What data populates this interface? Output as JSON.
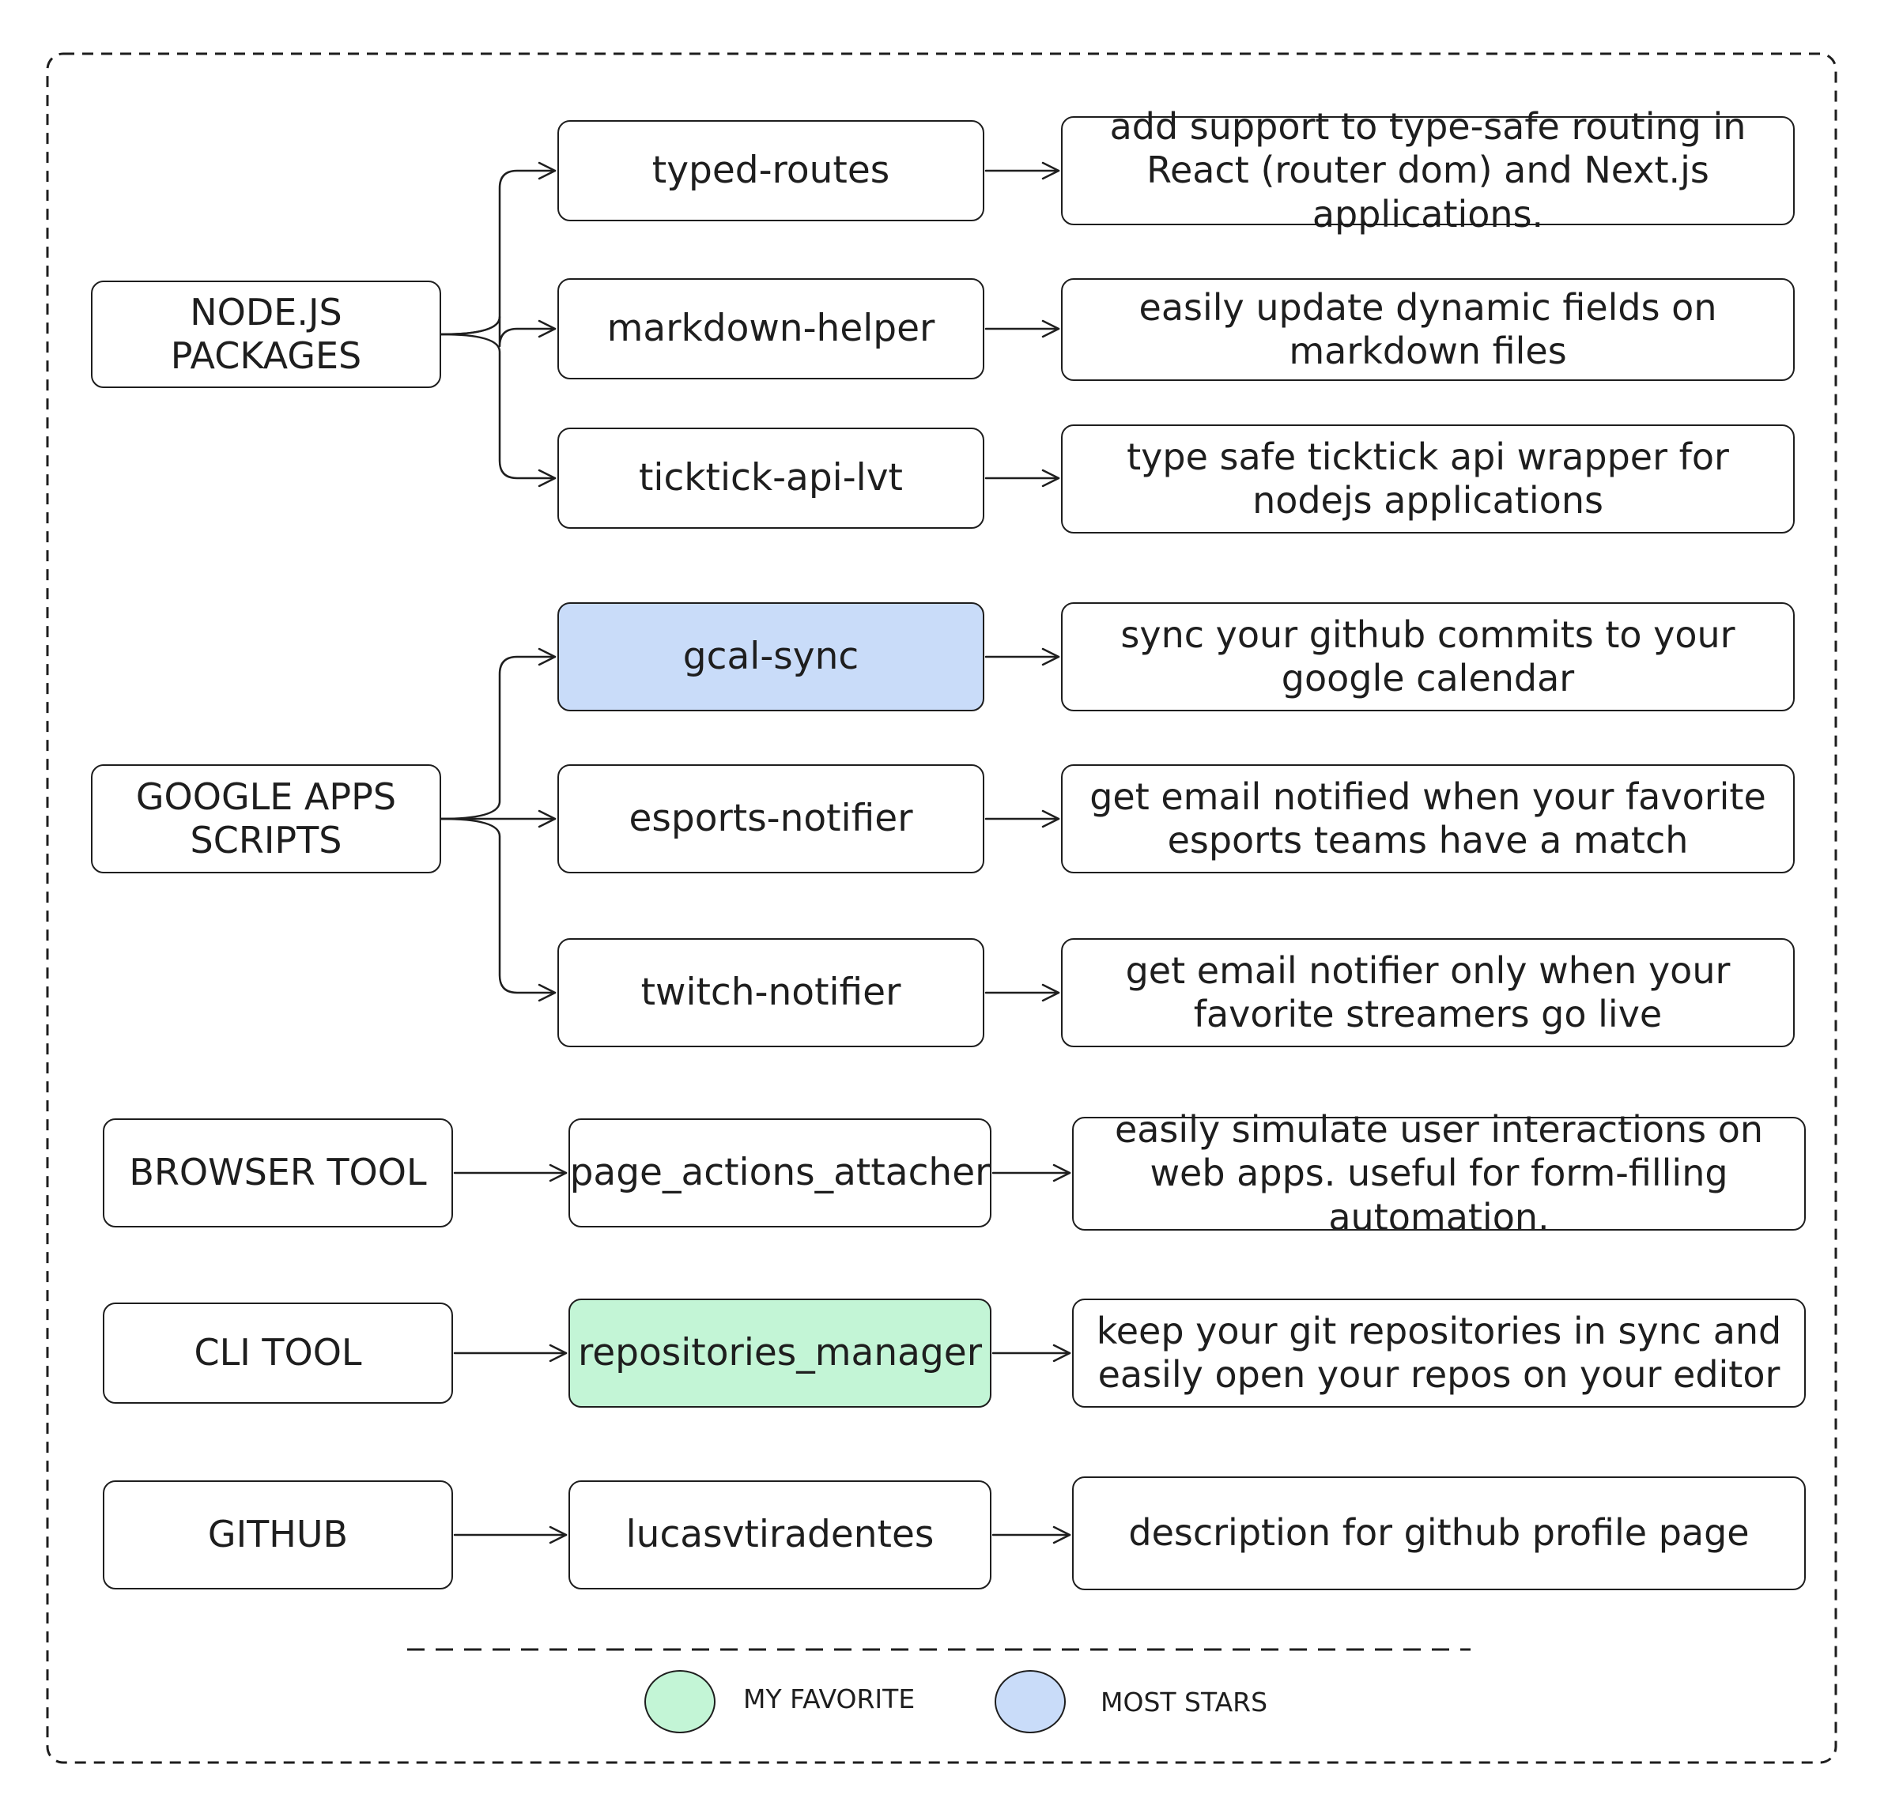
{
  "groups": [
    {
      "category": "NODE.JS\nPACKAGES",
      "items": [
        {
          "name": "typed-routes",
          "description": "add support to type-safe routing in React (router dom) and Next.js applications."
        },
        {
          "name": "markdown-helper",
          "description": "easily update dynamic fields on markdown files"
        },
        {
          "name": "ticktick-api-lvt",
          "description": "type safe ticktick api wrapper for nodejs applications"
        }
      ]
    },
    {
      "category": "GOOGLE APPS\nSCRIPTS",
      "items": [
        {
          "name": "gcal-sync",
          "description": "sync your github commits to your google calendar",
          "highlight": "most_stars"
        },
        {
          "name": "esports-notifier",
          "description": "get email notified when your favorite esports teams have a match"
        },
        {
          "name": "twitch-notifier",
          "description": "get email notifier only when your favorite streamers go live"
        }
      ]
    },
    {
      "category": "BROWSER TOOL",
      "items": [
        {
          "name": "page_actions_attacher",
          "description": "easily simulate user interactions on web apps. useful for form-filling automation."
        }
      ]
    },
    {
      "category": "CLI TOOL",
      "items": [
        {
          "name": "repositories_manager",
          "description": "keep your git repositories in sync and easily open your repos on your editor",
          "highlight": "my_favorite"
        }
      ]
    },
    {
      "category": "GITHUB",
      "items": [
        {
          "name": "lucasvtiradentes",
          "description": "description for github profile page"
        }
      ]
    }
  ],
  "legend": {
    "my_favorite": {
      "label": "MY FAVORITE",
      "color": "#c3f5d6"
    },
    "most_stars": {
      "label": "MOST STARS",
      "color": "#c9dcf9"
    }
  },
  "colors": {
    "stroke": "#1e1e1e",
    "background": "#ffffff"
  }
}
